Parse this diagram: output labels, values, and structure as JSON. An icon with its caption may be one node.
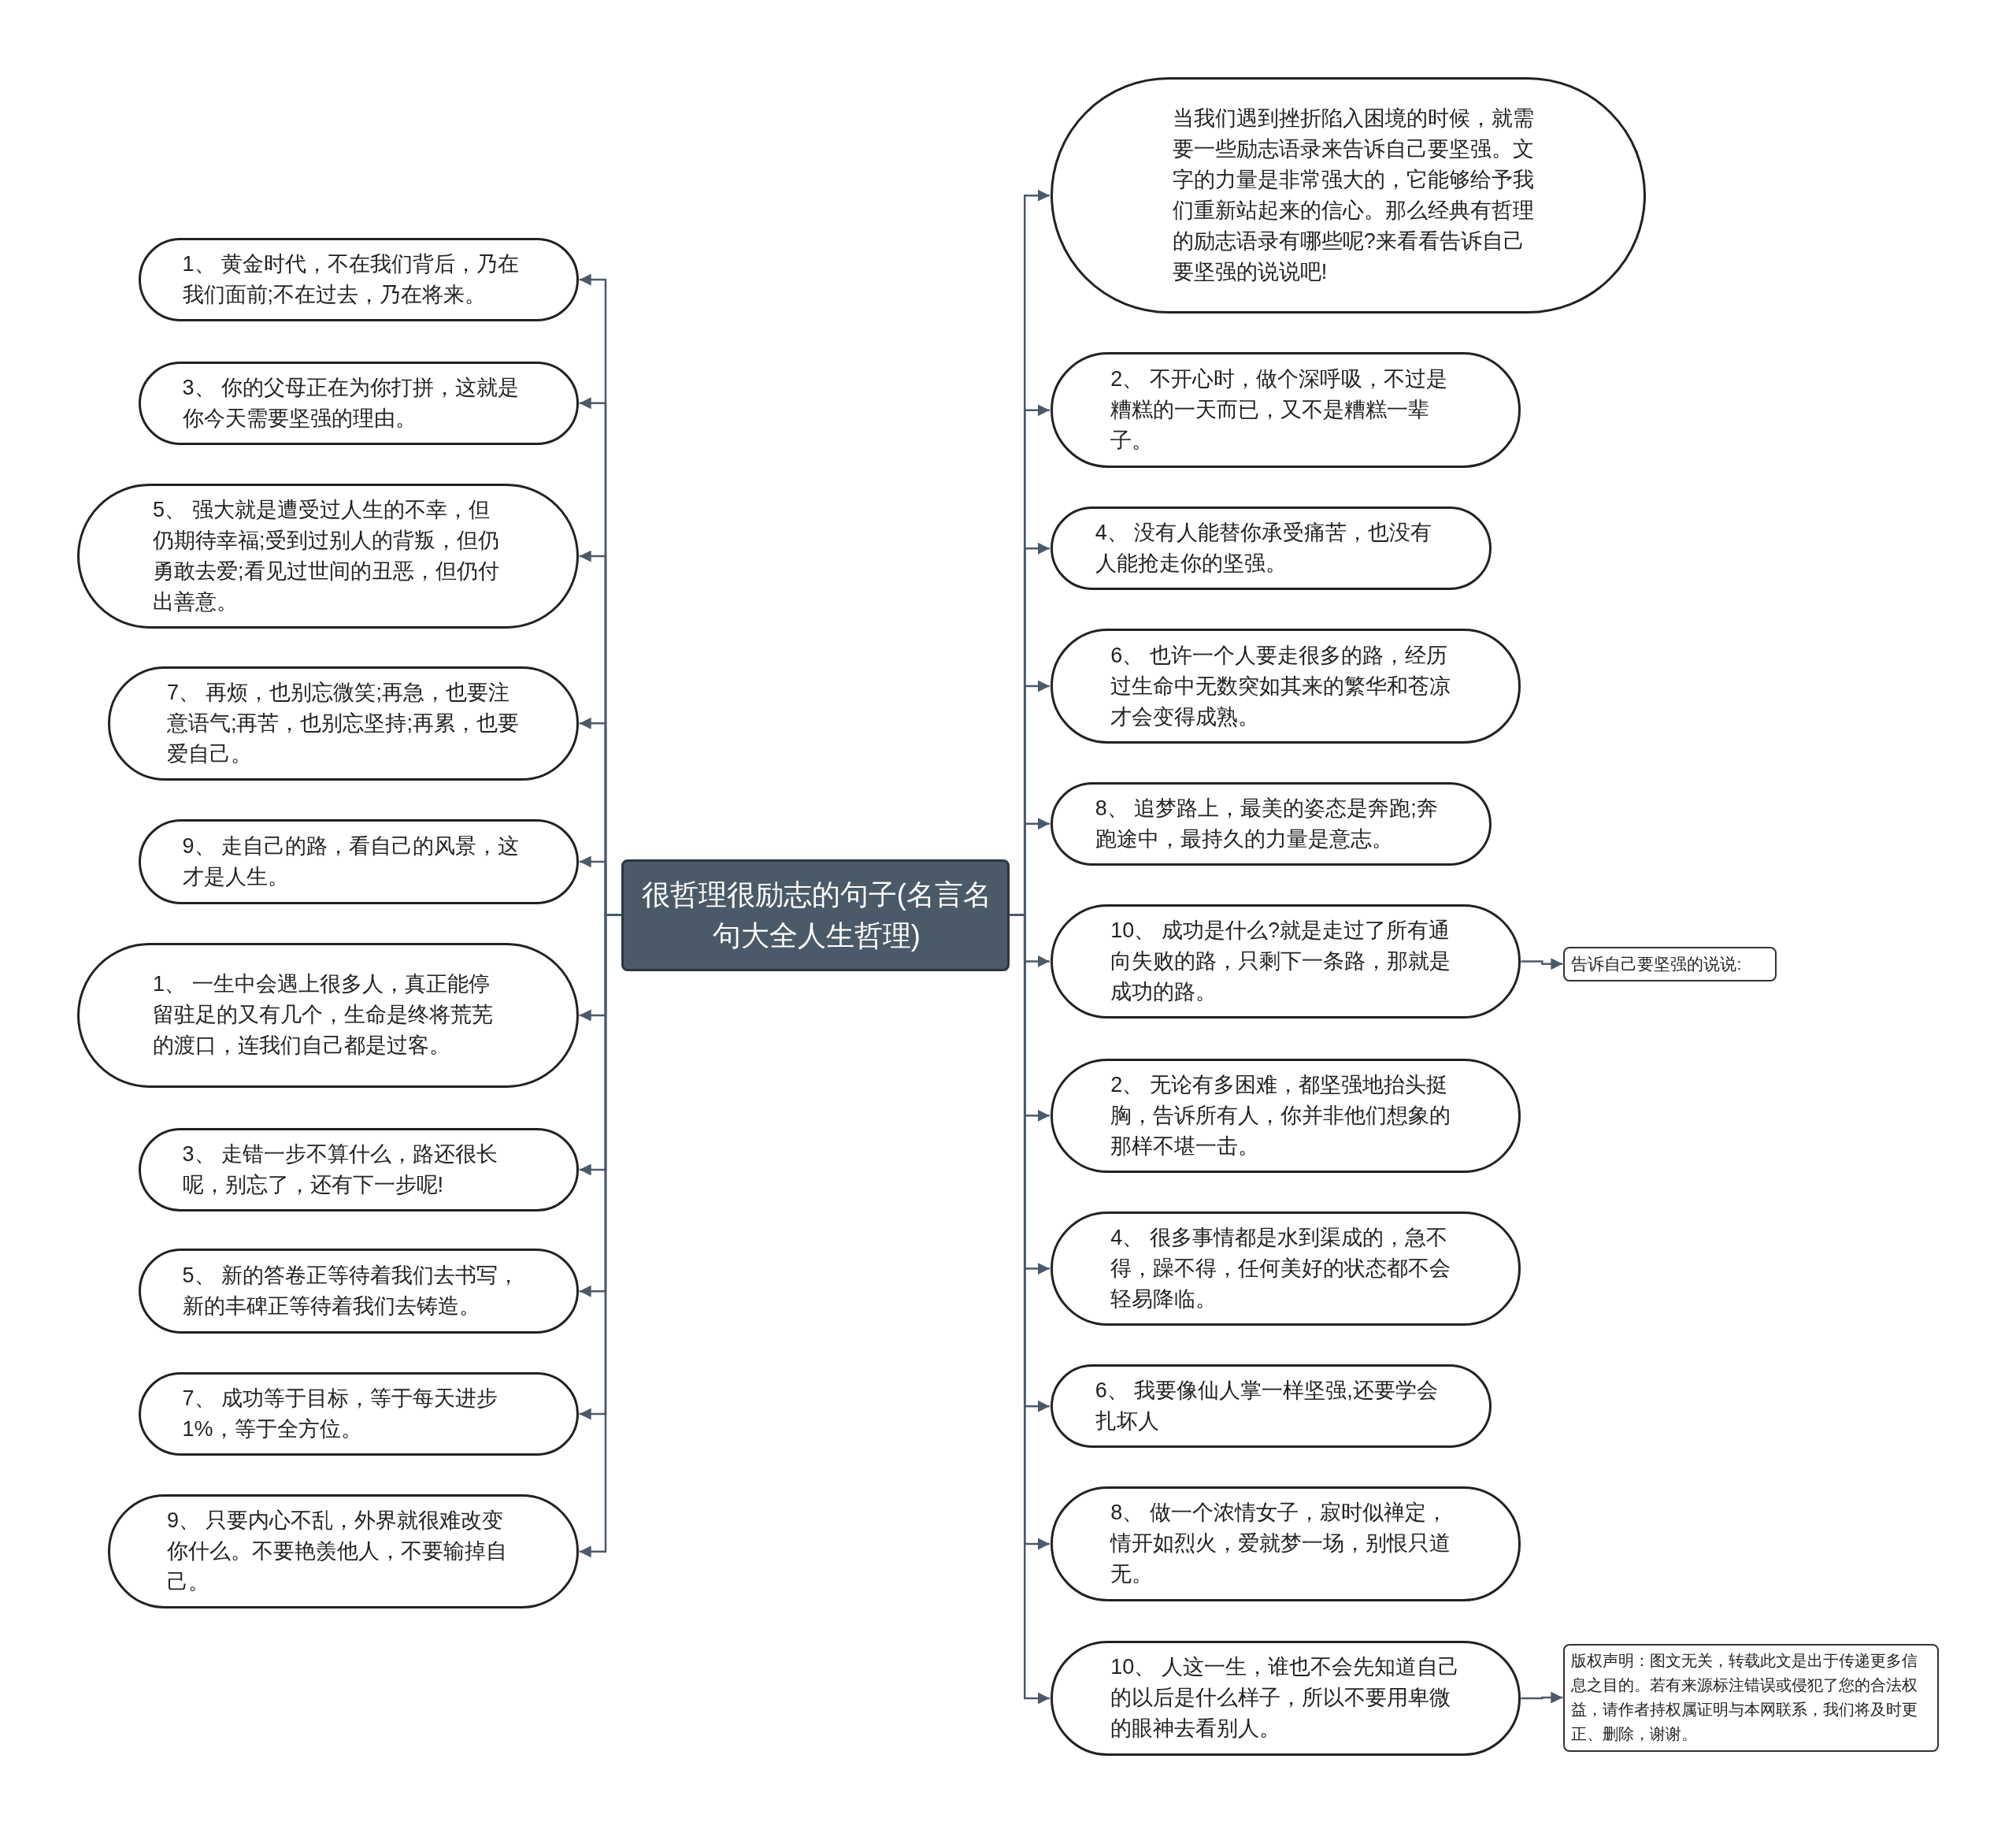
{
  "diagram": {
    "nodes": [
      {
        "text": [
          "很哲理很励志的句子(名言名句大全人生哲理)"
        ]
      },
      {
        "text": [
          "1、 黄金时代，不在我们背后，乃在我们面前;不在过去，乃在将来。"
        ]
      },
      {
        "text": [
          "3、 你的父母正在为你打拼，这就是你今天需要坚强的理由。"
        ]
      },
      {
        "text": [
          "5、 强大就是遭受过人生的不幸，但仍期待幸福;受到过别人的背叛，但仍勇敢去爱;看见过世间的丑恶，但仍付出善意。"
        ]
      },
      {
        "text": [
          "7、 再烦，也别忘微笑;再急，也要注意语气;再苦，也别忘坚持;再累，也要爱自己。"
        ]
      },
      {
        "text": [
          "9、 走自己的路，看自己的风景，这才是人生。"
        ]
      },
      {
        "text": [
          "1、 一生中会遇上很多人，真正能停留驻足的又有几个，生命是终将荒芜的渡口，连我们自己都是过客。"
        ]
      },
      {
        "text": [
          "3、 走错一步不算什么，路还很长呢，别忘了，还有下一步呢!"
        ]
      },
      {
        "text": [
          "5、 新的答卷正等待着我们去书写，新的丰碑正等待着我们去铸造。"
        ]
      },
      {
        "text": [
          "7、 成功等于目标，等于每天进步1%，等于全方位。"
        ]
      },
      {
        "text": [
          "9、 只要内心不乱，外界就很难改变你什么。不要艳羡他人，不要输掉自己。"
        ]
      },
      {
        "text": [
          "当我们遇到挫折陷入困境的时候，就需要一些励志语录来告诉自己要坚强。文字的力量是非常强大的，它能够给予我们重新站起来的信心。那么经典有哲理的励志语录有哪些呢?来看看告诉自己要坚强的说说吧!"
        ]
      },
      {
        "text": [
          "2、 不开心时，做个深呼吸，不过是糟糕的一天而已，又不是糟糕一辈子。"
        ]
      },
      {
        "text": [
          "4、 没有人能替你承受痛苦，也没有人能抢走你的坚强。"
        ]
      },
      {
        "text": [
          "6、 也许一个人要走很多的路，经历过生命中无数突如其来的繁华和苍凉才会变得成熟。"
        ]
      },
      {
        "text": [
          "8、 追梦路上，最美的姿态是奔跑;奔跑途中，最持久的力量是意志。"
        ]
      },
      {
        "text": [
          "10、 成功是什么?就是走过了所有通向失败的路，只剩下一条路，那就是成功的路。"
        ]
      },
      {
        "text": [
          "2、 无论有多困难，都坚强地抬头挺胸，告诉所有人，你并非他们想象的那样不堪一击。"
        ]
      },
      {
        "text": [
          "4、 很多事情都是水到渠成的，急不得，躁不得，任何美好的状态都不会轻易降临。"
        ]
      },
      {
        "text": [
          "6、 我要像仙人掌一样坚强,还要学会扎坏人"
        ]
      },
      {
        "text": [
          "8、 做一个浓情女子，寂时似禅定，情开如烈火，爱就梦一场，别恨只道无。"
        ]
      },
      {
        "text": [
          "10、 人这一生，谁也不会先知道自己的以后是什么样子，所以不要用卑微的眼神去看别人。"
        ]
      },
      {
        "text": [
          "告诉自己要坚强的说说:"
        ]
      },
      {
        "text": [
          "版权声明：图文无关，转载此文是出于传递更多信息之目的。若有来源标注错误或侵犯了您的合法权益，请作者持权属证明与本网联系，我们将及时更正、删除，谢谢。"
        ]
      }
    ],
    "edges": [
      {
        "from": 0,
        "to": 1,
        "arrow": "to"
      },
      {
        "from": 0,
        "to": 2,
        "arrow": "to"
      },
      {
        "from": 0,
        "to": 3,
        "arrow": "to"
      },
      {
        "from": 0,
        "to": 4,
        "arrow": "to"
      },
      {
        "from": 0,
        "to": 5,
        "arrow": "to"
      },
      {
        "from": 0,
        "to": 6,
        "arrow": "to"
      },
      {
        "from": 0,
        "to": 7,
        "arrow": "to"
      },
      {
        "from": 0,
        "to": 8,
        "arrow": "to"
      },
      {
        "from": 0,
        "to": 9,
        "arrow": "to"
      },
      {
        "from": 0,
        "to": 10,
        "arrow": "to"
      },
      {
        "from": 0,
        "to": 11,
        "arrow": "to"
      },
      {
        "from": 0,
        "to": 12,
        "arrow": "to"
      },
      {
        "from": 0,
        "to": 13,
        "arrow": "to"
      },
      {
        "from": 0,
        "to": 14,
        "arrow": "to"
      },
      {
        "from": 0,
        "to": 15,
        "arrow": "to"
      },
      {
        "from": 0,
        "to": 16,
        "arrow": "to"
      },
      {
        "from": 0,
        "to": 17,
        "arrow": "to"
      },
      {
        "from": 0,
        "to": 18,
        "arrow": "to"
      },
      {
        "from": 0,
        "to": 19,
        "arrow": "to"
      },
      {
        "from": 0,
        "to": 20,
        "arrow": "to"
      },
      {
        "from": 0,
        "to": 21,
        "arrow": "to"
      },
      {
        "from": 16,
        "to": 22,
        "arrow": "to"
      },
      {
        "from": 21,
        "to": 23,
        "arrow": "to"
      }
    ]
  }
}
